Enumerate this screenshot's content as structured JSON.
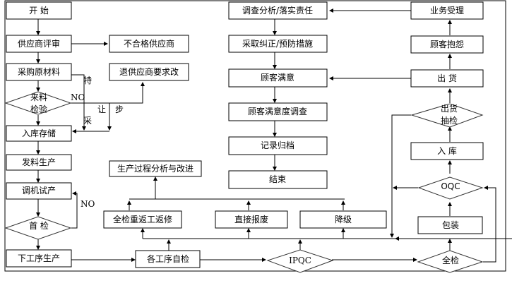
{
  "nodes": {
    "start": "开 始",
    "supplier_review": "供应商评审",
    "unqualified_supplier": "不合格供应商",
    "purchase_raw": "采购原材料",
    "return_supplier": "退供应商要求改",
    "incoming_inspection_line1": "来料",
    "incoming_inspection_line2": "检验",
    "storage": "入库存储",
    "material_issue": "发料生产",
    "trial_run": "调机试产",
    "first_inspection": "首 检",
    "next_process": "下工序生产",
    "self_inspection": "各工序自检",
    "ipqc": "IPQC",
    "full_inspection": "全检",
    "rework": "全检重返工返修",
    "scrap": "直接报废",
    "downgrade": "降级",
    "process_analysis": "生产过程分析与改进",
    "packaging": "包装",
    "oqc": "OQC",
    "warehouse_in": "入 库",
    "shipment_sampling_line1": "出货",
    "shipment_sampling_line2": "抽检",
    "shipment": "出 货",
    "customer_complaint": "顾客抱怨",
    "business_acceptance": "业务受理",
    "investigation": "调查分析/落实责任",
    "corrective_action": "采取纠正/预防措施",
    "customer_satisfaction": "顾客满意",
    "satisfaction_survey": "顾客满意度调查",
    "record_archive": "记录归档",
    "end": "结束"
  },
  "labels": {
    "no_incoming": "NO",
    "no_first": "NO",
    "special_1": "特",
    "special_2": "采",
    "concession_1": "让",
    "concession_2": "步"
  }
}
